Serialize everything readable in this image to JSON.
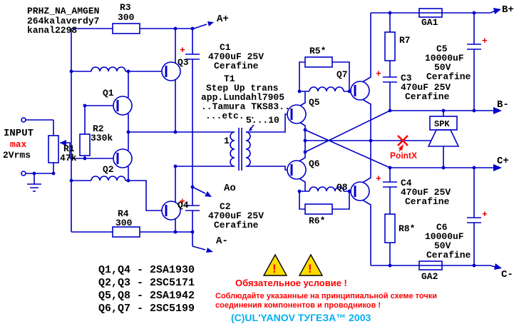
{
  "colors": {
    "wire": "#0000c8",
    "red": "#ff0000",
    "plus": "#e00000",
    "cyan": "#00b0f0",
    "triangle_fill": "#ffdd00",
    "text": "#000000"
  },
  "header": {
    "line1": "PRHZ_NA_AMGEN",
    "line2": "264kalaverdy7",
    "line3": "kanal2298"
  },
  "input": {
    "label": "INPUT",
    "max": "max",
    "level": "2Vrms"
  },
  "symbols": {
    "plus": "+"
  },
  "terminals": {
    "a_plus": "A+",
    "ao": "Ao",
    "a_minus": "A-",
    "b_plus": "B+",
    "b_minus": "B-",
    "c_plus": "C+",
    "c_minus": "C-"
  },
  "resistors": {
    "r1": {
      "name": "R1",
      "value": "47k"
    },
    "r2": {
      "name": "R2",
      "value": "330k"
    },
    "r3": {
      "name": "R3",
      "value": "300"
    },
    "r4": {
      "name": "R4",
      "value": "300"
    },
    "r5": "R5*",
    "r6": "R6*",
    "r7": "R7",
    "r8": "R8*"
  },
  "capacitors": {
    "c1": {
      "name": "C1",
      "value": "4700uF 25V",
      "brand": "Cerafine"
    },
    "c2": {
      "name": "C2",
      "value": "4700uF 25V",
      "brand": "Cerafine"
    },
    "c3": {
      "name": "C3",
      "value": "470uF 25V",
      "brand": "Cerafine"
    },
    "c4": {
      "name": "C4",
      "value": "470uF 25V",
      "brand": "Cerafine"
    },
    "c5": {
      "name": "C5",
      "value": "10000uF",
      "voltage": "50V",
      "brand": "Cerafine"
    },
    "c6": {
      "name": "C6",
      "value": "10000uF",
      "voltage": "50V",
      "brand": "Cerafine"
    }
  },
  "transistors": {
    "q1": "Q1",
    "q2": "Q2",
    "q3": "Q3",
    "q4": "Q4",
    "q5": "Q5",
    "q6": "Q6",
    "q7": "Q7",
    "q8": "Q8"
  },
  "transformer": {
    "name": "T1",
    "line1": "Step Up trans",
    "line2": "app.Lundahl7905",
    "line3": "..Tamura TKS83..",
    "line4": "...etc...",
    "primary_turns": "1",
    "secondary_turns": "5...10"
  },
  "fuses": {
    "ga1": "GA1",
    "ga2": "GA2"
  },
  "speaker": {
    "label": "SPK"
  },
  "pointx": {
    "label": "PointX"
  },
  "parts_list": [
    "Q1,Q4 - 2SA1930",
    "Q2,Q3 - 2SC5171",
    "Q5,Q8 - 2SA1942",
    "Q6,Q7 - 2SC5199"
  ],
  "warning": {
    "mark": "!",
    "title": "Обязательное условие !",
    "line1": "Соблюдайте указанные на принципиальной схеме точки",
    "line2": "соединения компонентов и проводников !"
  },
  "copyright": "(C)UL'YANOV ТУГЕЗА™ 2003"
}
